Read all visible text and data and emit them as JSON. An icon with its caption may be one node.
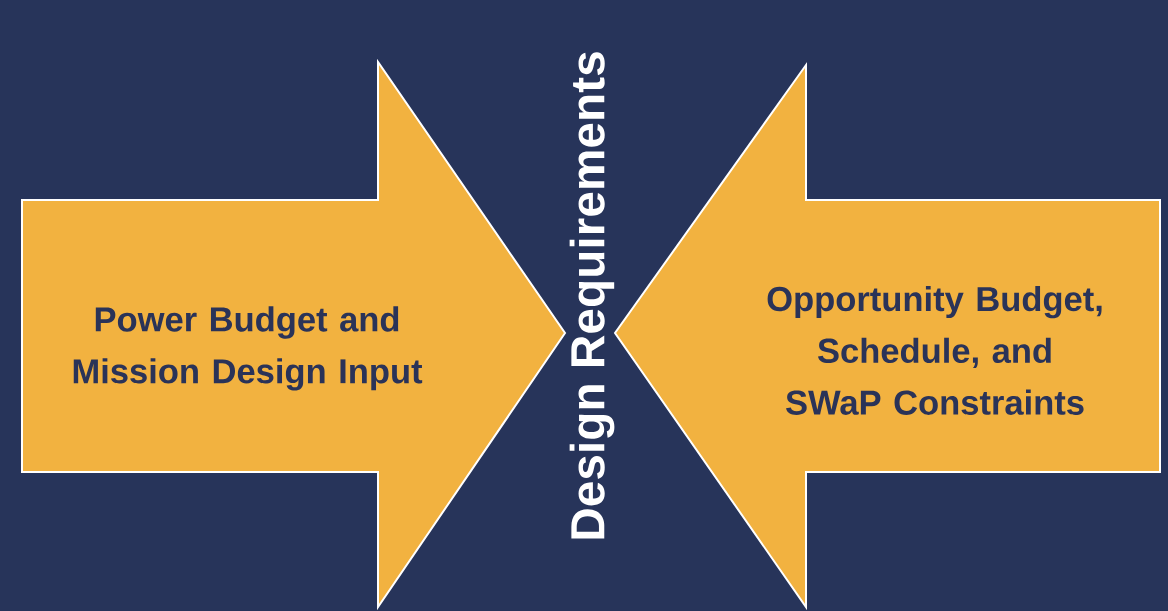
{
  "diagram": {
    "nodes": [
      {
        "text": [
          "Power Budget and Mission Design Input"
        ]
      },
      {
        "text": [
          "Opportunity Budget, Schedule, and SWaP Constraints"
        ]
      }
    ],
    "labels": [
      "Design Requirements"
    ]
  }
}
